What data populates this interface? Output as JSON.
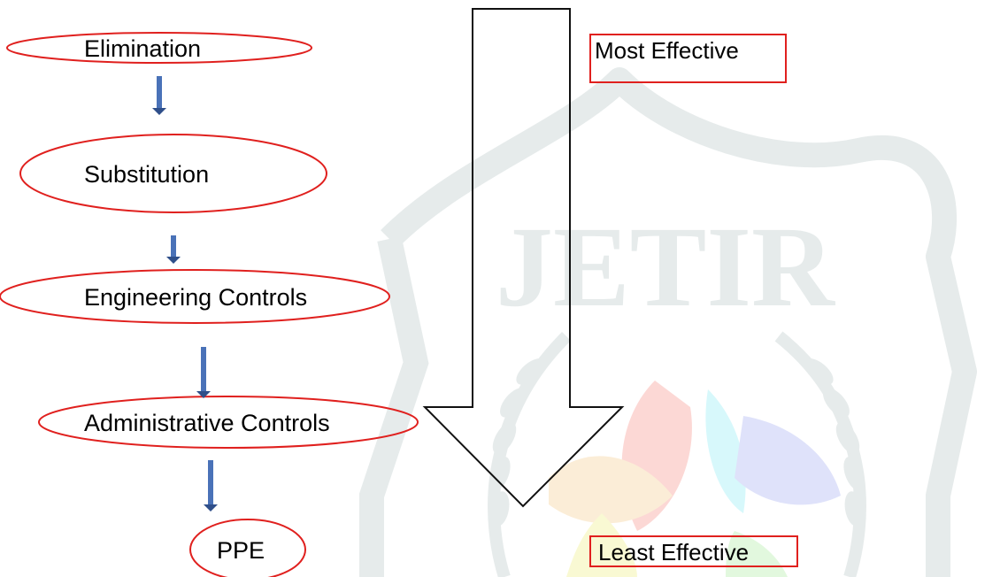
{
  "watermark": {
    "text": "JETIR"
  },
  "hierarchy": {
    "steps": [
      {
        "label": "Elimination"
      },
      {
        "label": "Substitution"
      },
      {
        "label": "Engineering Controls"
      },
      {
        "label": "Administrative Controls"
      },
      {
        "label": "PPE"
      }
    ],
    "most_effective": "Most Effective",
    "least_effective": "Least Effective"
  },
  "colors": {
    "ellipse_stroke": "#e0201e",
    "step_arrow": "#4a72b8",
    "big_arrow_stroke": "#111111",
    "watermark_gray": "#c8d3d3"
  }
}
